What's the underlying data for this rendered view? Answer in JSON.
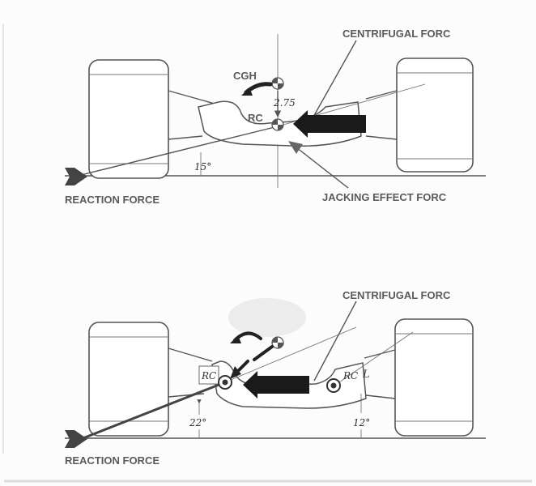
{
  "top_diagram": {
    "centrifugal_label": "CENTRIFUGAL FORC",
    "cgh_label": "CGH",
    "rc_label": "RC",
    "height_note": "2.75",
    "angle_note": "15°",
    "jacking_label": "JACKING EFFECT FORC",
    "reaction_label": "REACTION FORCE"
  },
  "bottom_diagram": {
    "centrifugal_label": "CENTRIFUGAL FORC",
    "rc_left_label": "RC",
    "rc_right_label": "RC",
    "side_mark": "L",
    "angle_left_note": "22°",
    "angle_right_note": "12°",
    "reaction_label": "REACTION FORCE"
  },
  "colors": {
    "ink": "#555555",
    "arrow": "#1a1a1a",
    "paper": "#fcfcfc"
  }
}
